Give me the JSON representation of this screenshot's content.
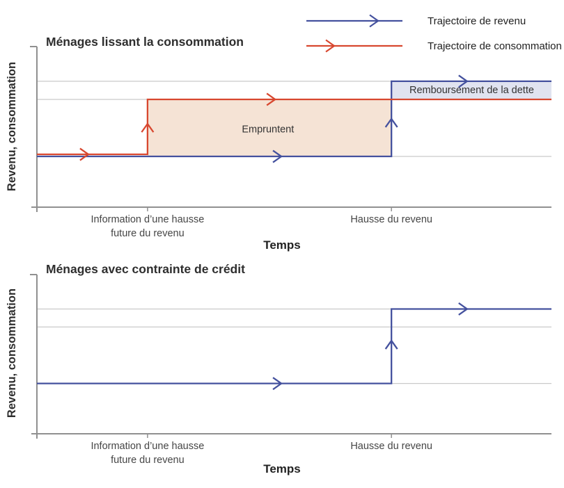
{
  "figure": {
    "legend": [
      {
        "label": "Trajectoire de revenu",
        "color": "#44519e"
      },
      {
        "label": "Trajectoire de consommation",
        "color": "#d8472f"
      }
    ]
  },
  "colors": {
    "income_line": "#44519e",
    "consumption_line": "#d8472f",
    "borrowing_fill": "#f5e3d5",
    "repayment_fill": "#e0e3f0",
    "gridline": "#cacaca",
    "axis": "#909090",
    "text": "#2e2e2e"
  },
  "chart_data": [
    {
      "type": "line",
      "title": "Ménages lissant la consommation",
      "ylabel": "Revenu, consommation",
      "xlabel": "Temps",
      "x_axis": {
        "ticks": [
          {
            "x": 0.215,
            "label": "Information d’une hausse\nfuture du revenu"
          },
          {
            "x": 0.689,
            "label": "Hausse du revenu"
          }
        ]
      },
      "grid_levels": [
        0.784,
        0.671,
        0.316
      ],
      "series": [
        {
          "name": "Trajectoire de revenu",
          "color": "#44519e",
          "steps": [
            [
              0,
              0.316
            ],
            [
              0.689,
              0.316
            ],
            [
              0.689,
              0.784
            ],
            [
              1,
              0.784
            ]
          ],
          "arrows": [
            {
              "dir": "right",
              "x": 0.475,
              "y": 0.316
            },
            {
              "dir": "up",
              "x": 0.689,
              "y": 0.55
            },
            {
              "dir": "right",
              "x": 0.836,
              "y": 0.784
            }
          ]
        },
        {
          "name": "Trajectoire de consommation",
          "color": "#d8472f",
          "steps": [
            [
              0,
              0.329
            ],
            [
              0.215,
              0.329
            ],
            [
              0.215,
              0.671
            ],
            [
              1,
              0.671
            ]
          ],
          "arrows": [
            {
              "dir": "right",
              "x": 0.1,
              "y": 0.329
            },
            {
              "dir": "up",
              "x": 0.215,
              "y": 0.519
            },
            {
              "dir": "right",
              "x": 0.463,
              "y": 0.671
            }
          ]
        }
      ],
      "areas": [
        {
          "label": "Empruntent",
          "x0": 0.215,
          "x1": 0.689,
          "y0": 0.316,
          "y1": 0.671,
          "color": "#f5e3d5",
          "label_pos": {
            "x": 0.449,
            "y": 0.481
          }
        },
        {
          "label": "Remboursement de la dette",
          "x0": 0.689,
          "x1": 1,
          "y0": 0.671,
          "y1": 0.784,
          "color": "#e0e3f0",
          "label_pos": {
            "x": 0.845,
            "y": 0.727
          }
        }
      ]
    },
    {
      "type": "line",
      "title": "Ménages avec contrainte de crédit",
      "ylabel": "Revenu, consommation",
      "xlabel": "Temps",
      "x_axis": {
        "ticks": [
          {
            "x": 0.215,
            "label": "Information d’une hausse\nfuture du revenu"
          },
          {
            "x": 0.689,
            "label": "Hausse du revenu"
          }
        ]
      },
      "grid_levels": [
        0.784,
        0.671,
        0.316
      ],
      "series": [
        {
          "name": "Trajectoire de revenu",
          "color": "#44519e",
          "steps": [
            [
              0,
              0.316
            ],
            [
              0.689,
              0.316
            ],
            [
              0.689,
              0.784
            ],
            [
              1,
              0.784
            ]
          ],
          "arrows": [
            {
              "dir": "right",
              "x": 0.475,
              "y": 0.316
            },
            {
              "dir": "up",
              "x": 0.689,
              "y": 0.585
            },
            {
              "dir": "right",
              "x": 0.836,
              "y": 0.784
            }
          ]
        }
      ],
      "areas": []
    }
  ]
}
